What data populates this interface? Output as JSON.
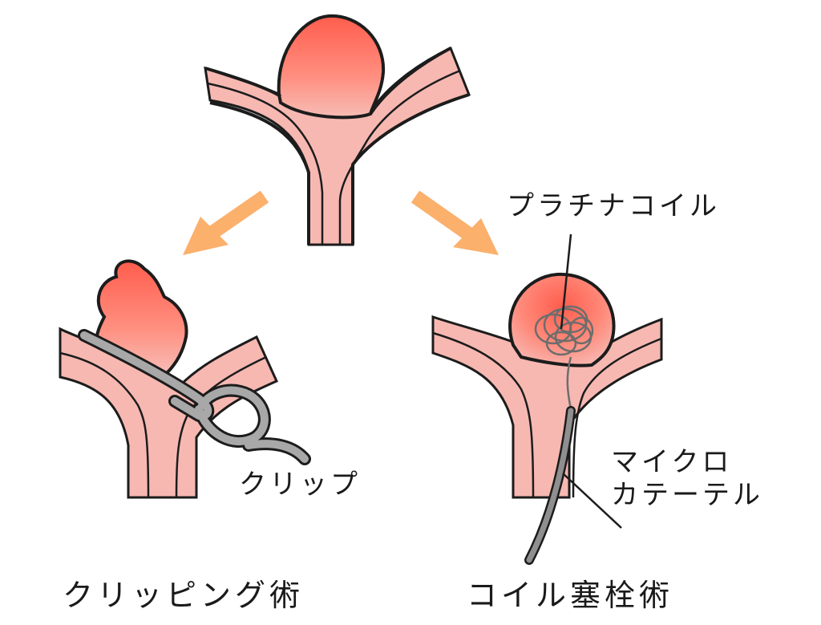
{
  "labels": {
    "platinum_coil": "プラチナコイル",
    "clip": "クリップ",
    "microcatheter_line1": "マイクロ",
    "microcatheter_line2": "カテーテル",
    "clipping_title": "クリッピング術",
    "coiling_title": "コイル塞栓術"
  },
  "colors": {
    "vessel": "#f7b8b2",
    "aneurysm_core": "#ff6a5a",
    "outline": "#1c1c1c",
    "arrow": "#fbb06c",
    "device": "#a8a8a8"
  }
}
